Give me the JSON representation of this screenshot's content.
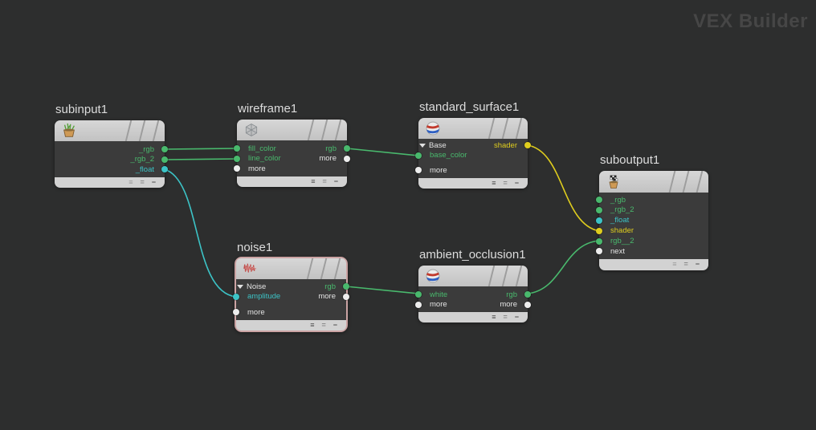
{
  "app": {
    "watermark": "VEX Builder"
  },
  "colors": {
    "bg": "#2d2e2e",
    "body": "#3b3b3b",
    "header": "#c2c2c2",
    "header-top": "#d7d7d7",
    "footer": "#d2d2d2",
    "stripe": "#9d9d9d",
    "title": "#dcdcdc",
    "watermark": "#464646",
    "green": "#49b96d",
    "cyan": "#3cc3c6",
    "yellow": "#dfcd1e",
    "port-white": "#ededed",
    "text-white": "#e3e3e3",
    "selected": "#cba3a3"
  },
  "icons": {
    "badge_list": "≡",
    "badge_equal": "=",
    "badge_minus": "−"
  },
  "nodes": {
    "subinput1": {
      "title": "subinput1",
      "outputs": [
        {
          "label": "_rgb",
          "color": "green"
        },
        {
          "label": "_rgb_2",
          "color": "green"
        },
        {
          "label": "_float",
          "color": "cyan"
        }
      ]
    },
    "wireframe1": {
      "title": "wireframe1",
      "rows": [
        {
          "in": "fill_color",
          "out": "rgb"
        },
        {
          "in": "line_color",
          "out": "more"
        },
        {
          "in": "more"
        }
      ]
    },
    "standard_surface1": {
      "title": "standard_surface1",
      "rows": [
        {
          "in": "Base",
          "out": "shader"
        },
        {
          "in": "base_color"
        },
        {
          "in": "more"
        }
      ]
    },
    "noise1": {
      "title": "noise1",
      "rows": [
        {
          "in": "Noise",
          "out": "rgb"
        },
        {
          "in": "amplitude",
          "out": "more"
        },
        {
          "in": "more"
        }
      ]
    },
    "ambient_occlusion1": {
      "title": "ambient_occlusion1",
      "rows": [
        {
          "in": "white",
          "out": "rgb"
        },
        {
          "in": "more",
          "out": "more"
        }
      ]
    },
    "suboutput1": {
      "title": "suboutput1",
      "inputs": [
        {
          "label": "_rgb",
          "color": "green"
        },
        {
          "label": "_rgb_2",
          "color": "green"
        },
        {
          "label": "_float",
          "color": "cyan"
        },
        {
          "label": "shader",
          "color": "yellow"
        },
        {
          "label": "rgb__2",
          "color": "green"
        },
        {
          "label": "next",
          "color": "white"
        }
      ]
    }
  },
  "connections": [
    {
      "from": "subinput1._rgb",
      "to": "wireframe1.fill_color",
      "color": "green"
    },
    {
      "from": "subinput1._rgb_2",
      "to": "wireframe1.line_color",
      "color": "green"
    },
    {
      "from": "subinput1._float",
      "to": "noise1.amplitude",
      "color": "cyan"
    },
    {
      "from": "wireframe1.rgb",
      "to": "standard_surface1.base_color",
      "color": "green"
    },
    {
      "from": "standard_surface1.shader",
      "to": "suboutput1.shader",
      "color": "yellow"
    },
    {
      "from": "noise1.rgb",
      "to": "ambient_occlusion1.white",
      "color": "green"
    },
    {
      "from": "ambient_occlusion1.rgb",
      "to": "suboutput1.rgb__2",
      "color": "green"
    }
  ]
}
